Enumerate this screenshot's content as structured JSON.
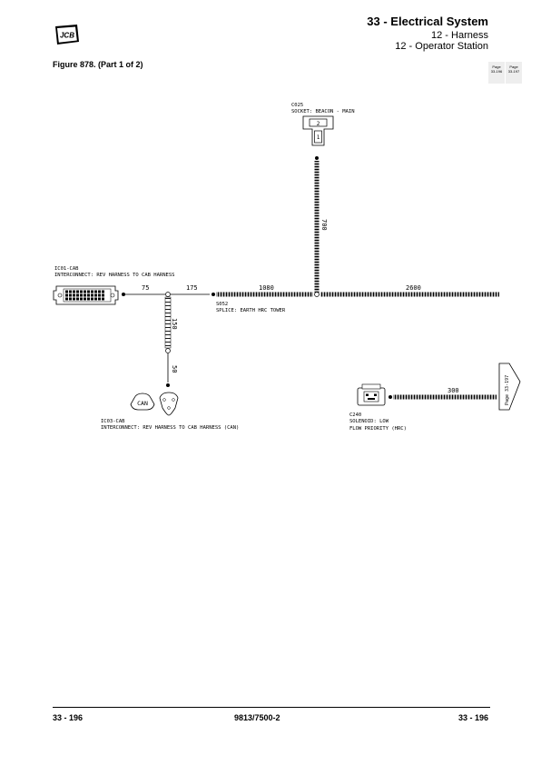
{
  "header": {
    "title": "33 - Electrical System",
    "sub1": "12 - Harness",
    "sub2": "12 - Operator Station",
    "logo": "JCB"
  },
  "figure_title": "Figure 878. (Part 1 of 2)",
  "page_tabs": [
    {
      "label": "Page",
      "ref": "33-196"
    },
    {
      "label": "Page",
      "ref": "33-197"
    }
  ],
  "diagram": {
    "c025_id": "C025",
    "c025_desc": "SOCKET: BEACON - MAIN",
    "c025_pin_top": "2",
    "c025_pin_bot": "1",
    "ic01_id": "IC01-CAB",
    "ic01_desc": "INTERCONNECT: REV HARNESS TO CAB HARNESS",
    "s052_id": "S052",
    "s052_desc": "SPLICE: EARTH HRC TOWER",
    "ic03_id": "IC03-CAB",
    "ic03_desc": "INTERCONNECT: REV HARNESS TO CAB HARNESS (CAN)",
    "ic03_can": "CAN",
    "c240_id": "C240",
    "c240_desc1": "SOLENOID: LOW",
    "c240_desc2": "FLOW PRIORITY (HRC)",
    "off_page_ref": "Page 33-197",
    "len_75": "75",
    "len_175": "175",
    "len_1080": "1080",
    "len_2600": "2600",
    "len_700": "700",
    "len_150": "150",
    "len_50": "50",
    "len_300": "300"
  },
  "footer": {
    "left": "33 - 196",
    "center": "9813/7500-2",
    "right": "33 - 196"
  }
}
